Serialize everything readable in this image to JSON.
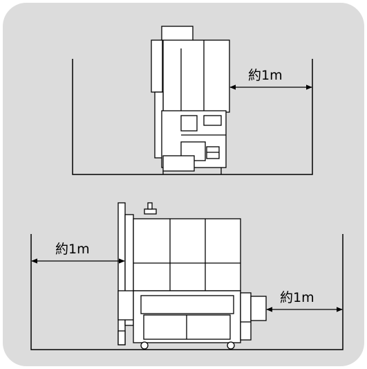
{
  "figure": {
    "colors": {
      "panel": "#dcdcdc",
      "line": "#000000",
      "fill": "#ffffff"
    },
    "top_view": {
      "clearance_label": "約1m"
    },
    "bottom_view": {
      "left_clearance_label": "約1m",
      "right_clearance_label": "約1m"
    }
  }
}
